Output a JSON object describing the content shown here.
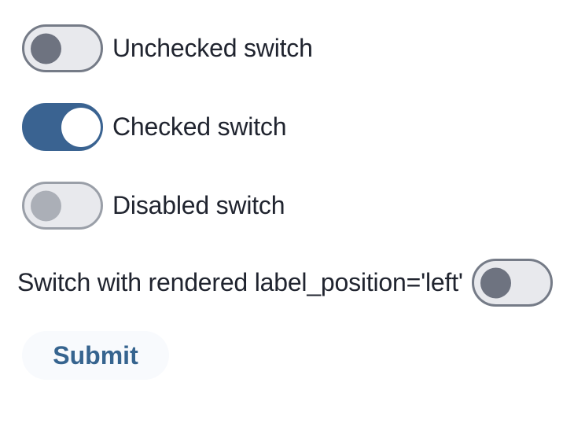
{
  "form": {
    "switches": [
      {
        "label": "Unchecked switch",
        "state": "unchecked",
        "label_position": "right"
      },
      {
        "label": "Checked switch",
        "state": "checked",
        "label_position": "right"
      },
      {
        "label": "Disabled switch",
        "state": "disabled",
        "label_position": "right"
      },
      {
        "label": "Switch with rendered label_position='left'",
        "state": "unchecked",
        "label_position": "left"
      }
    ],
    "submit_label": "Submit"
  },
  "colors": {
    "accent": "#3a6391",
    "track-bg": "#e8e9ed",
    "track-border": "#757b87",
    "track-border-disabled": "#9a9fa8",
    "knob": "#6e7380",
    "knob-disabled": "#abafb7",
    "knob-checked": "#ffffff",
    "label": "#20242f",
    "submit-bg": "#f8fafd",
    "submit-text": "#36648f",
    "page-bg": "#ffffff"
  }
}
